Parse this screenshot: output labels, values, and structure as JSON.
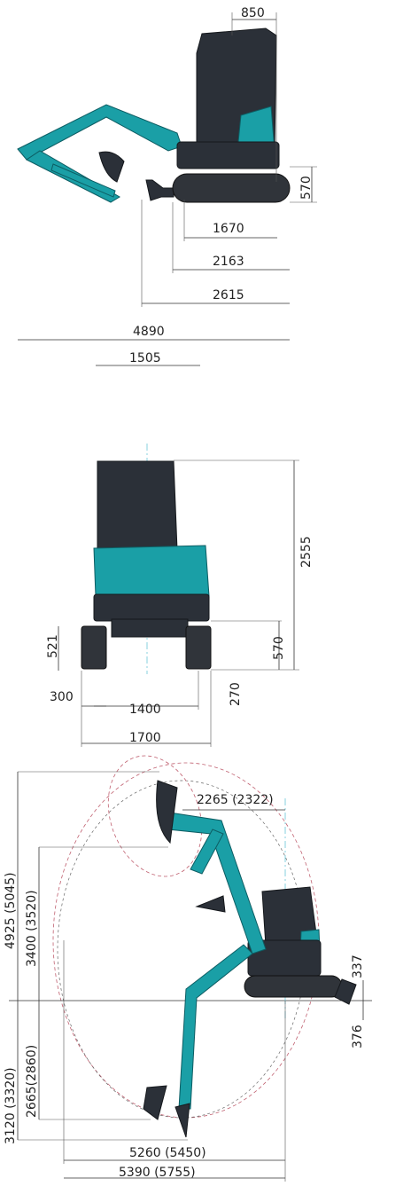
{
  "side_view": {
    "dims": {
      "tail_swing": "850",
      "track_height": "570",
      "tumbler_distance": "1670",
      "track_length": "2163",
      "blade_to_rear": "2615",
      "overall_length": "4890",
      "blade_width": "1505"
    }
  },
  "front_view": {
    "dims": {
      "overall_height": "2555",
      "blade_height": "521",
      "ground_clearance": "570",
      "shoe_width": "300",
      "track_gauge": "1400",
      "overall_width": "1700",
      "min_ground_clearance": "270"
    }
  },
  "working_range": {
    "dims": {
      "swing_radius_front": "2265 (2322)",
      "max_dump_height": "4925 (5045)",
      "max_cutting_height": "3400 (3520)",
      "max_digging_depth": "3120 (3320)",
      "vertical_wall_depth": "2665(2860)",
      "blade_lift": "337",
      "blade_depth": "376",
      "reach_at_ground": "5260 (5450)",
      "max_reach": "5390 (5755)"
    }
  },
  "colors": {
    "machine_body": "#1a9fa6",
    "cab": "#2b3038",
    "track": "#30343a"
  }
}
